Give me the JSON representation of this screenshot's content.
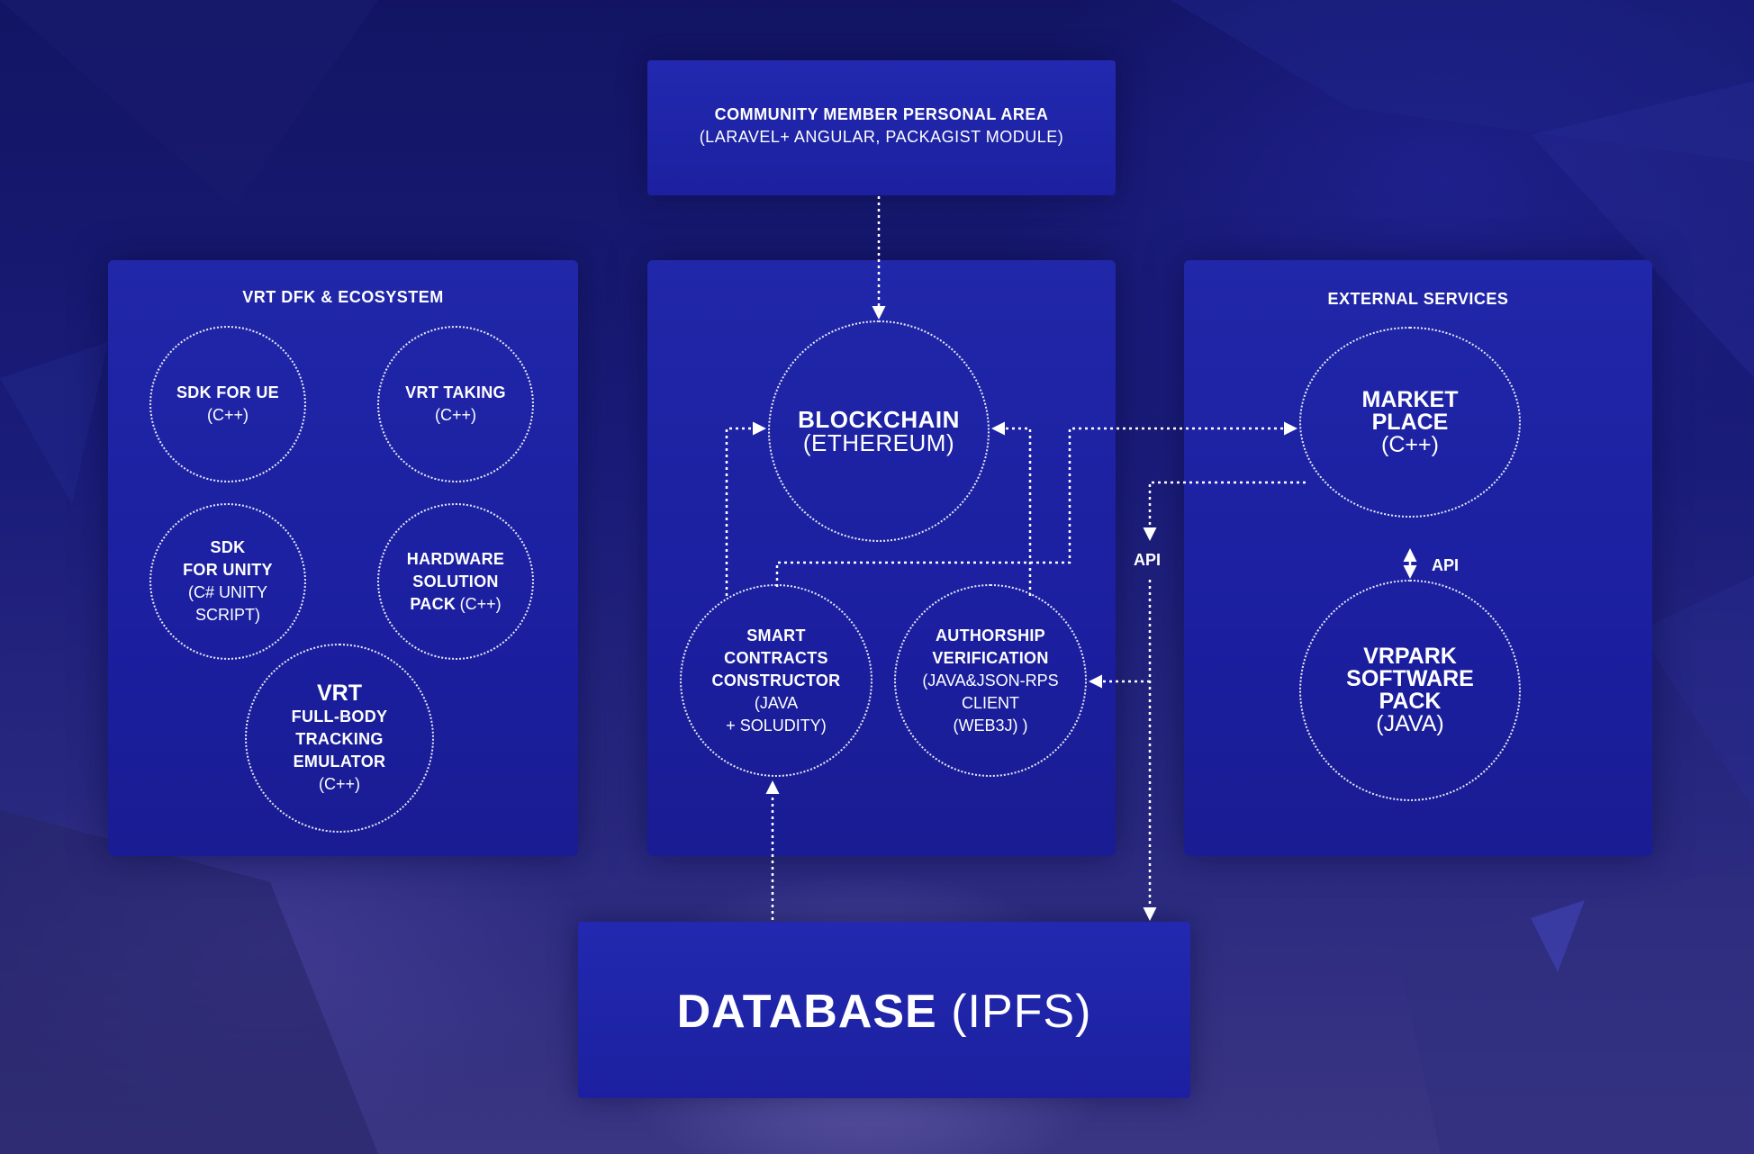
{
  "community_box": {
    "title": "COMMUNITY MEMBER PERSONAL AREA",
    "subtitle": "(LARAVEL+ ANGULAR, PACKAGIST MODULE)"
  },
  "left_panel": {
    "title": "VRT DFK & ECOSYSTEM",
    "sdk_ue": {
      "title": "SDK FOR UE",
      "sub": "(C++)"
    },
    "vrt_taking": {
      "title": "VRT TAKING",
      "sub": "(C++)"
    },
    "sdk_unity": {
      "title1": "SDK",
      "title2": "FOR UNITY",
      "sub1": "(C# UNITY",
      "sub2": "SCRIPT)"
    },
    "hardware": {
      "title1": "HARDWARE",
      "title2": "SOLUTION",
      "title3": "PACK",
      "sub": "(C++)"
    },
    "vrt_fbt": {
      "title": "VRT",
      "line1": "FULL-BODY",
      "line2": "TRACKING",
      "line3": "EMULATOR",
      "sub": "(C++)"
    }
  },
  "center_panel": {
    "blockchain": {
      "title": "BLOCKCHAIN",
      "sub": "(ETHEREUM)"
    },
    "smart_contracts": {
      "line1": "SMART",
      "line2": "CONTRACTS",
      "line3": "CONSTRUCTOR",
      "sub1": "(JAVA",
      "sub2": "+ SOLUDITY)"
    },
    "authorship": {
      "line1": "AUTHORSHIP",
      "line2": "VERIFICATION",
      "sub1": "(JAVA&JSON-RPS",
      "sub2": "CLIENT",
      "sub3": "(WEB3J) )"
    }
  },
  "right_panel": {
    "title": "EXTERNAL SERVICES",
    "marketplace": {
      "line1": "MARKET",
      "line2": "PLACE",
      "sub": "(C++)"
    },
    "vrpark": {
      "line1": "VRPARK",
      "line2": "SOFTWARE",
      "line3": "PACK",
      "sub": "(JAVA)"
    }
  },
  "api_labels": {
    "left": "API",
    "right": "API"
  },
  "database": {
    "title": "DATABASE",
    "sub": "(IPFS)"
  }
}
